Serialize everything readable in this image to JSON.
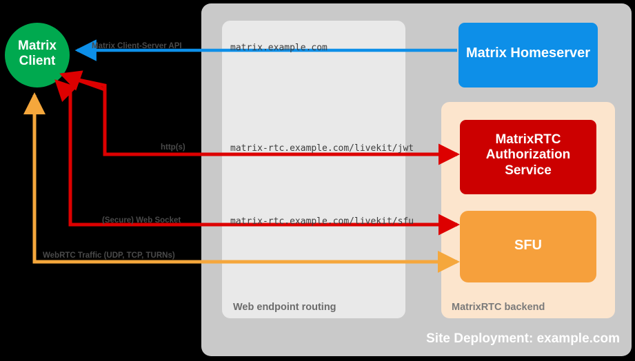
{
  "diagram": {
    "background_color": "#000000",
    "title_footer": "Site Deployment: example.com"
  },
  "nodes": {
    "client": {
      "label_line1": "Matrix",
      "label_line2": "Client",
      "color": "#00A94F",
      "shape": "circle"
    },
    "homeserver": {
      "label": "Matrix Homeserver",
      "color": "#0D8FE8",
      "shape": "rounded-rect"
    },
    "auth_service": {
      "label_line1": "MatrixRTC",
      "label_line2": "Authorization",
      "label_line3": "Service",
      "color": "#CC0000",
      "shape": "rounded-rect"
    },
    "sfu": {
      "label": "SFU",
      "color": "#F6A03C",
      "shape": "rounded-rect"
    }
  },
  "containers": {
    "deployment": {
      "caption": "Site Deployment: example.com",
      "color": "#C9C9C9"
    },
    "routing": {
      "caption": "Web endpoint routing",
      "color": "#E8E8E8"
    },
    "backend": {
      "caption": "MatrixRTC backend",
      "color": "#FCE5CD"
    }
  },
  "endpoints": [
    {
      "name": "matrix-homeserver-endpoint",
      "text": "matrix.example.com"
    },
    {
      "name": "livekit-jwt-endpoint",
      "text": "matrix-rtc.example.com/livekit/jwt"
    },
    {
      "name": "livekit-sfu-endpoint",
      "text": "matrix-rtc.example.com/livekit/sfu"
    }
  ],
  "edges": [
    {
      "name": "client-server-api",
      "label": "Matrix Client-Server API",
      "color": "#0D8FE8"
    },
    {
      "name": "http-jwt",
      "label": "http(s)",
      "color": "#DD0000"
    },
    {
      "name": "secure-websocket",
      "label": "(Secure) Web Socket",
      "color": "#DD0000"
    },
    {
      "name": "webrtc-traffic",
      "label": "WebRTC Traffic (UDP, TCP, TURNs)",
      "color": "#F5A73C"
    }
  ]
}
